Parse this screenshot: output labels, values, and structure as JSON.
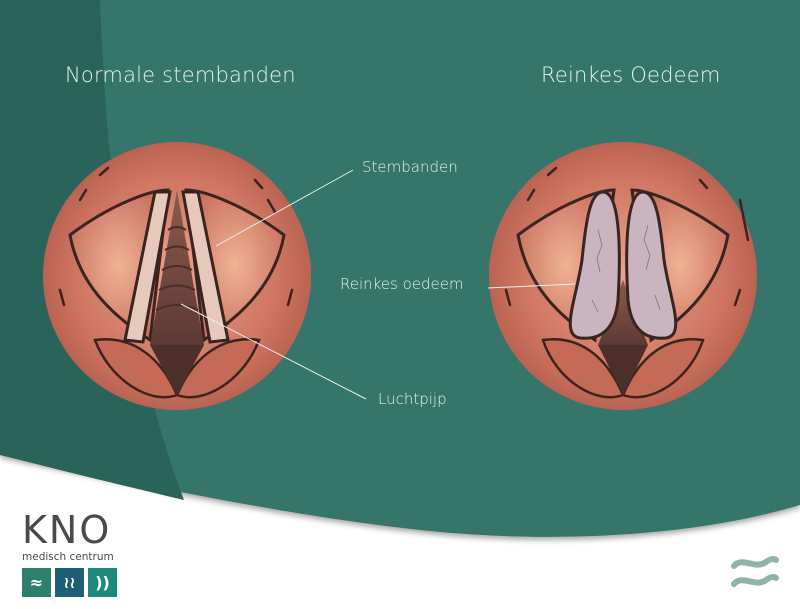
{
  "titles": {
    "left": "Normale stembanden",
    "right": "Reinkes Oedeem"
  },
  "labels": {
    "stembanden": "Stembanden",
    "reinkes_oedeem": "Reinkes oedeem",
    "luchtpijp": "Luchtpijp"
  },
  "logo": {
    "brand": "KNO",
    "subtitle": "medisch centrum",
    "squares": [
      {
        "icon": "≈",
        "color": "#2f7f6e"
      },
      {
        "icon": "≀≀",
        "color": "#1d5f74"
      },
      {
        "icon": "))",
        "color": "#1f8a7c"
      }
    ]
  },
  "colors": {
    "background_teal": "#34756a",
    "left_band_teal": "#2a6359",
    "tissue": "#c9705f",
    "cord_normal": "#e2c3b5",
    "cord_swollen": "#c9b3bd"
  }
}
